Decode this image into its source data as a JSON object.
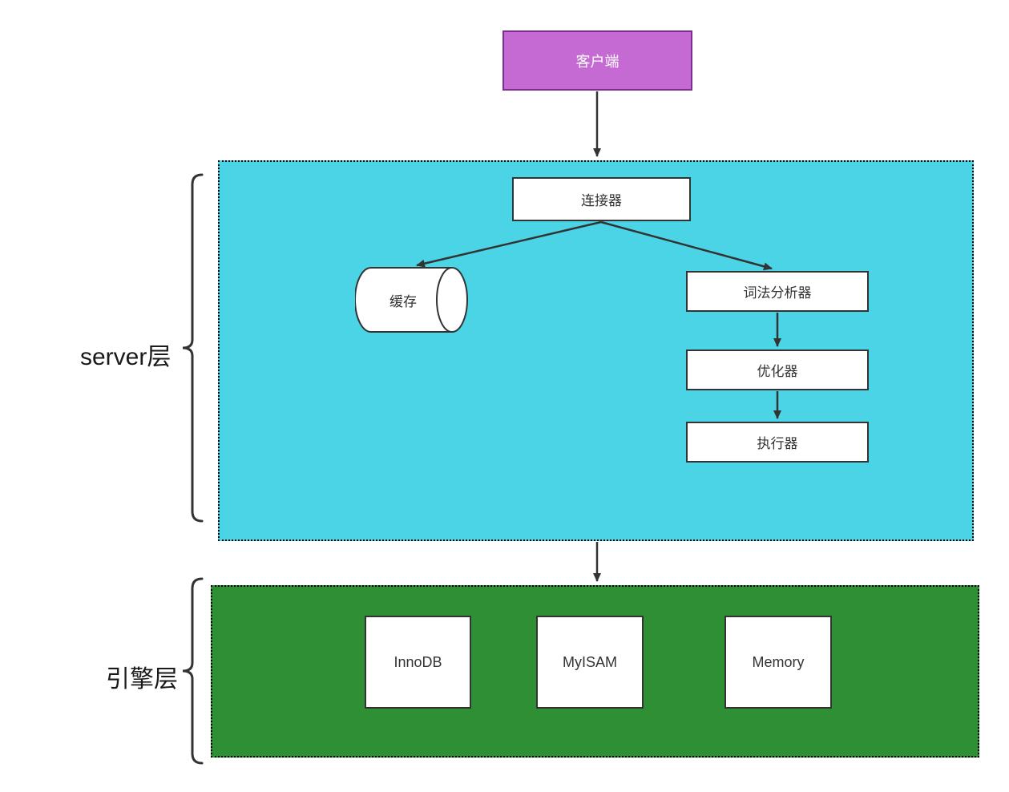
{
  "diagram": {
    "client_label": "客户端",
    "server_layer": {
      "label": "server层",
      "connector_label": "连接器",
      "cache_label": "缓存",
      "lexer_label": "词法分析器",
      "optimizer_label": "优化器",
      "executor_label": "执行器"
    },
    "engine_layer": {
      "label": "引擎层",
      "engines": [
        "InnoDB",
        "MyISAM",
        "Memory"
      ]
    },
    "colors": {
      "client_fill": "#c46ad2",
      "client_border": "#7c2d8e",
      "server_region_fill": "#4ad4e6",
      "engine_region_fill": "#2f8f35",
      "box_border": "#333333",
      "arrow_color": "#333333"
    }
  }
}
